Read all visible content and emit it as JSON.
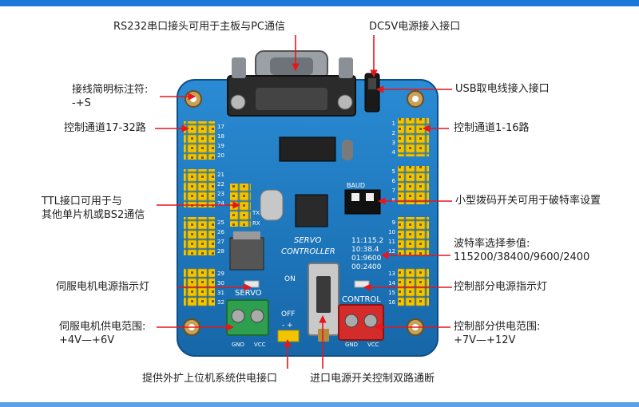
{
  "annotations": {
    "rs232": "RS232串口接头可用于主板与PC通信",
    "dc5v": "DC5V电源接入接口",
    "wiring_line1": "接线简明标注符:",
    "wiring_line2": "-+S",
    "usb": "USB取电线接入接口",
    "ch17_32": "控制通道17-32路",
    "ch1_16": "控制通道1-16路",
    "ttl_line1": "TTL接口可用于与",
    "ttl_line2": "其他单片机或BS2通信",
    "dip": "小型拨码开关可用于破特率设置",
    "baud_line1": "波特率选择参值:",
    "baud_line2": "115200/38400/9600/2400",
    "servo_led": "伺服电机电源指示灯",
    "control_led": "控制部分电源指示灯",
    "servo_power_line1": "伺服电机供电范围:",
    "servo_power_line2": "+4V—+6V",
    "control_power_line1": "控制部分供电范围:",
    "control_power_line2": "+7V—+12V",
    "ext_power": "提供外扩上位机系统供电接口",
    "switch": "进口电源开关控制双路通断"
  },
  "board": {
    "title_line1": "SERVO",
    "title_line2": "CONTROLLER",
    "baud_header": "BAUD",
    "baud_rows": [
      "11:115.2",
      "10:38.4",
      "01:9600",
      "00:2400"
    ],
    "on_label": "ON",
    "off_label": "OFF",
    "servo_label": "SERVO",
    "control_label": "CONTROL",
    "gnd": "GND",
    "vcc": "VCC",
    "tx": "TX",
    "rx": "RX",
    "minus_plus": "- +",
    "left_pins": [
      "17",
      "18",
      "19",
      "20",
      "21",
      "22",
      "23",
      "24",
      "25",
      "26",
      "27",
      "28",
      "29",
      "30",
      "31",
      "32"
    ],
    "right_pins": [
      "1",
      "2",
      "3",
      "4",
      "5",
      "6",
      "7",
      "8",
      "9",
      "10",
      "11",
      "12",
      "13",
      "14",
      "15",
      "16"
    ]
  },
  "colors": {
    "board": "#1d7fc6",
    "arrow": "#e8151b",
    "pin_header": "#f2c500",
    "servo_terminal": "#2e9e4f",
    "control_terminal": "#d42b2b"
  }
}
